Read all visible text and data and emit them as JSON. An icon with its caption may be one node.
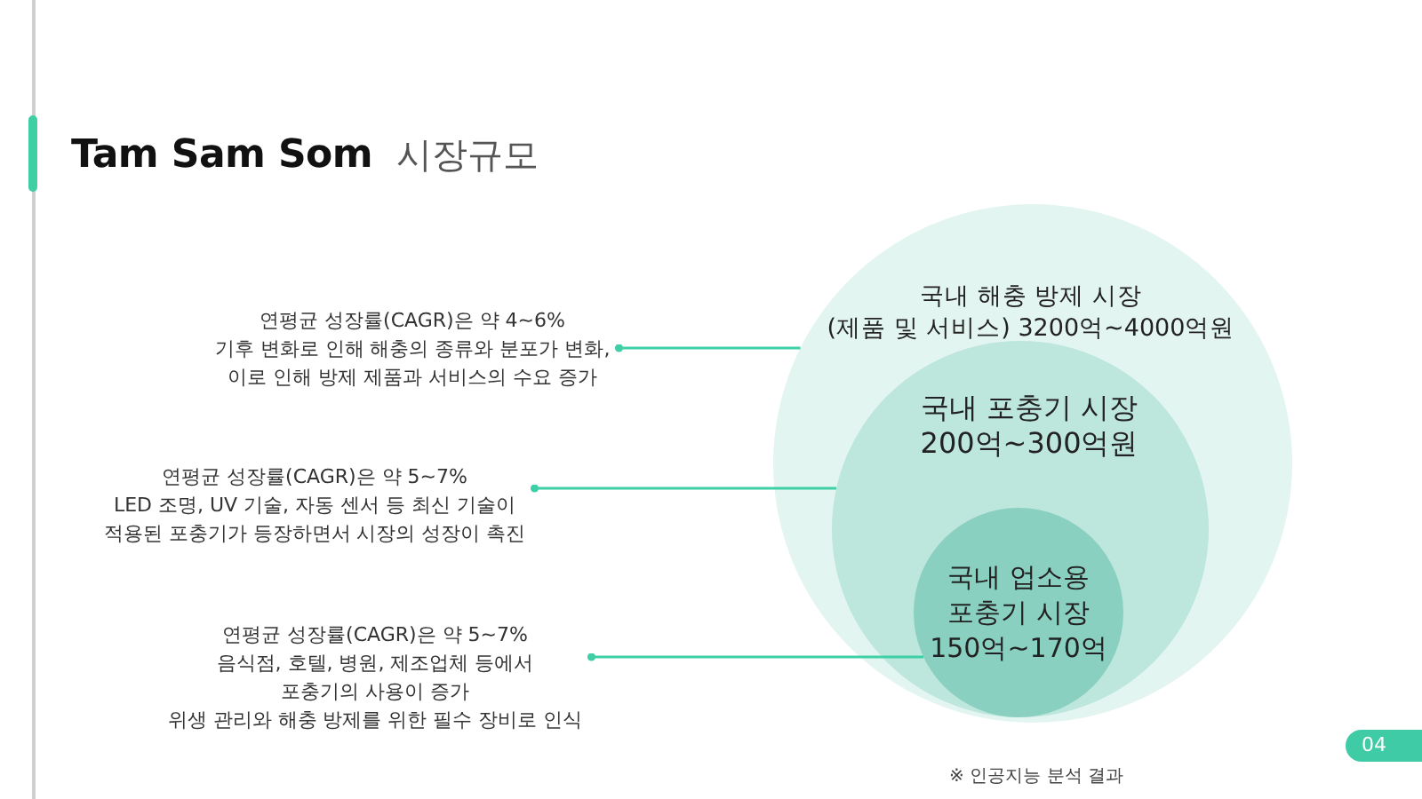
{
  "diagram": {
    "title": "**Tam Sam Som** 시장규모",
    "nodes": [
      {
        "text": [
          "국내 해충 방제 시장 (제품 및 서비스) 3200억~4000억원"
        ]
      },
      {
        "text": [
          "국내 포충기 시장 200억~300억원"
        ],
        "in": 0
      },
      {
        "text": [
          "국내 업소용 포충기 시장 150억~170억"
        ],
        "in": 1
      },
      {
        "text": [
          "연평균 성장률(CAGR)은 약 4~6% 기후 변화로 인해 해충의 종류와 분포가 변화, 이로 인해 방제 제품과 서비스의 수요 증가"
        ]
      },
      {
        "text": [
          "연평균 성장률(CAGR)은 약 5~7% LED 조명, UV 기술, 자동 센서 등 최신 기술이 적용된 포충기가 등장하면서 시장의 성장이 촉진"
        ]
      },
      {
        "text": [
          "연평균 성장률(CAGR)은 약 5~7% 음식점, 호텔, 병원, 제조업체 등에서 포충기의 사용이 증가 위생 관리와 해충 방제를 위한 필수 장비로 인식"
        ]
      }
    ],
    "edges": [
      {
        "from": 3,
        "to": 0,
        "arrow": "other"
      },
      {
        "from": 4,
        "to": 1,
        "arrow": "other"
      },
      {
        "from": 5,
        "to": 2,
        "arrow": "other"
      }
    ],
    "labels": [
      "04",
      "※ 인공지능 분석 결과"
    ]
  }
}
